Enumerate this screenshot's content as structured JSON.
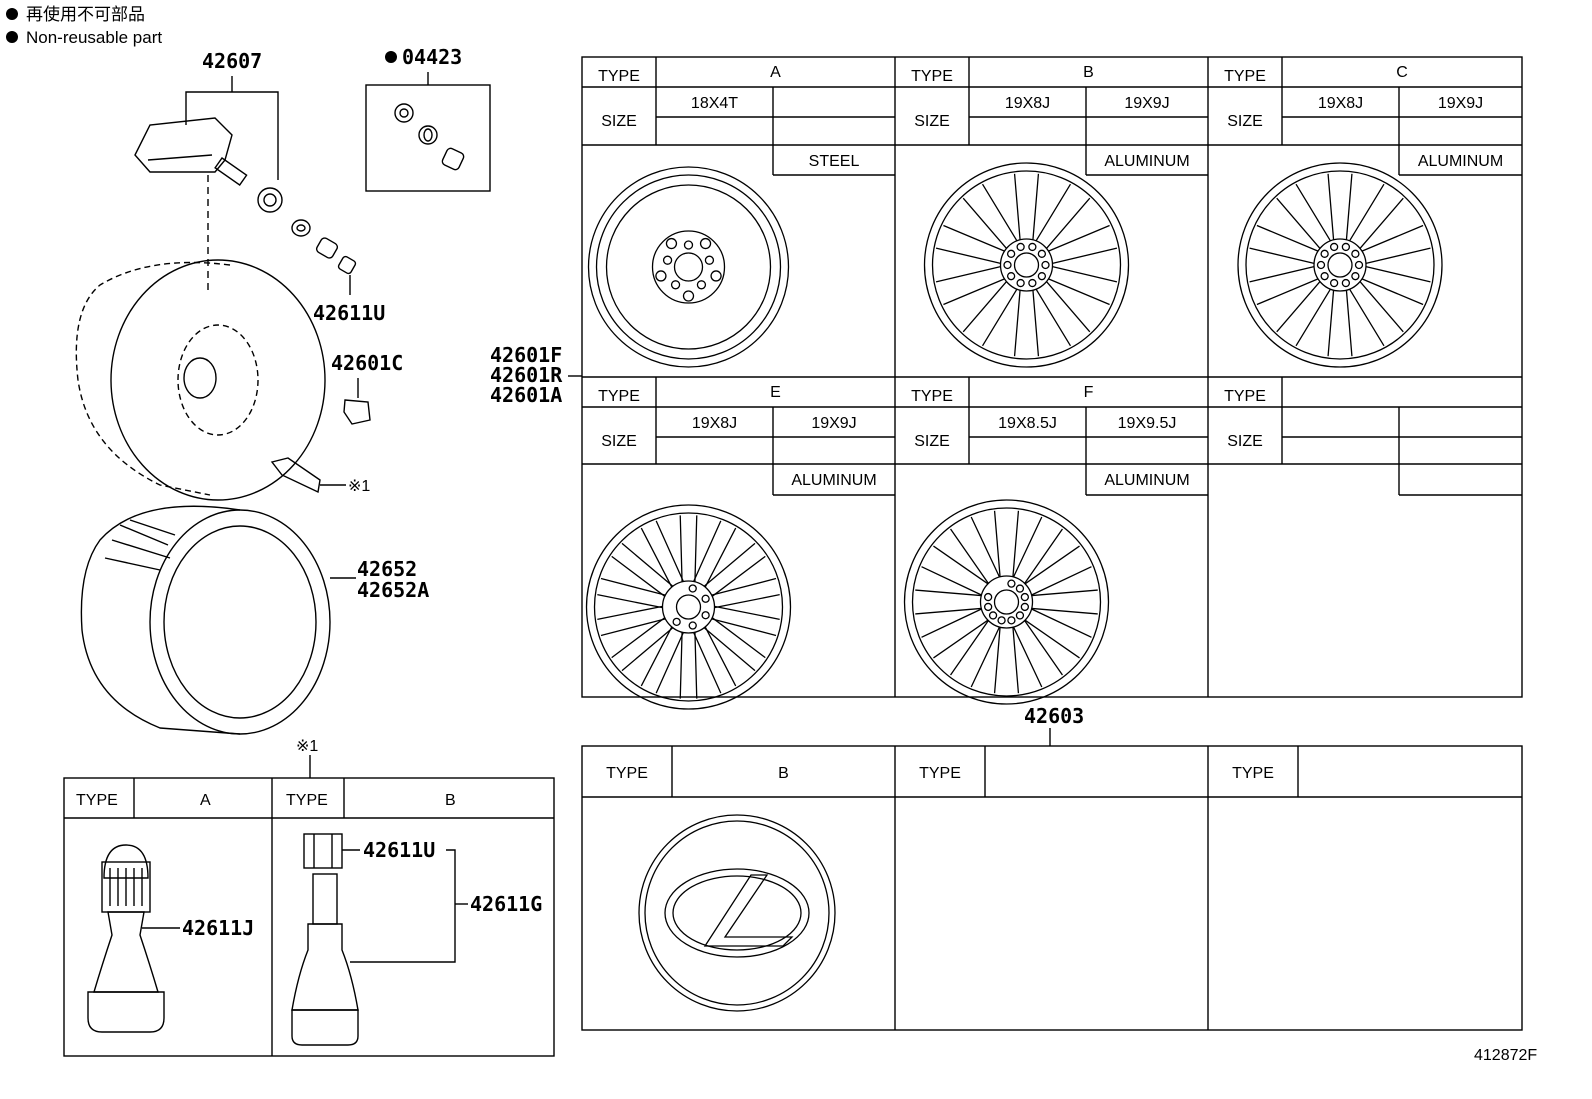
{
  "legend": {
    "marker": "●",
    "line_jp": "再使用不可部品",
    "line_en": "Non-reusable part"
  },
  "callouts": {
    "sensor": "42607",
    "valve_kit": "04423",
    "valve_cap": "42611U",
    "hub_nut": "42601C",
    "valve_ref": "※1",
    "tire_1": "42652",
    "tire_2": "42652A",
    "wheel_1": "42601F",
    "wheel_2": "42601R",
    "wheel_3": "42601A",
    "ornament": "42603",
    "note_ref": "※1",
    "valve_j": "42611J",
    "valve_u": "42611U",
    "valve_g": "42611G",
    "diagram_id": "412872F"
  },
  "wheel_table": {
    "type_label": "TYPE",
    "size_label": "SIZE",
    "cells": [
      {
        "type": "A",
        "size1": "18X4T",
        "size2": "",
        "material": "STEEL",
        "style": "steel"
      },
      {
        "type": "B",
        "size1": "19X8J",
        "size2": "19X9J",
        "material": "ALUMINUM",
        "style": "alloy10"
      },
      {
        "type": "C",
        "size1": "19X8J",
        "size2": "19X9J",
        "material": "ALUMINUM",
        "style": "alloy10"
      },
      {
        "type": "E",
        "size1": "19X8J",
        "size2": "19X9J",
        "material": "ALUMINUM",
        "style": "alloy_e"
      },
      {
        "type": "F",
        "size1": "19X8.5J",
        "size2": "19X9.5J",
        "material": "ALUMINUM",
        "style": "alloy_f"
      },
      {
        "type": "",
        "size1": "",
        "size2": "",
        "material": "",
        "style": "none"
      }
    ]
  },
  "ornament_table": {
    "type_label": "TYPE",
    "cells": [
      {
        "type": "B",
        "style": "lexus"
      },
      {
        "type": "",
        "style": "none"
      },
      {
        "type": "",
        "style": "none"
      }
    ]
  },
  "valve_table": {
    "type_label": "TYPE",
    "type_a": "A",
    "type_b": "B"
  }
}
